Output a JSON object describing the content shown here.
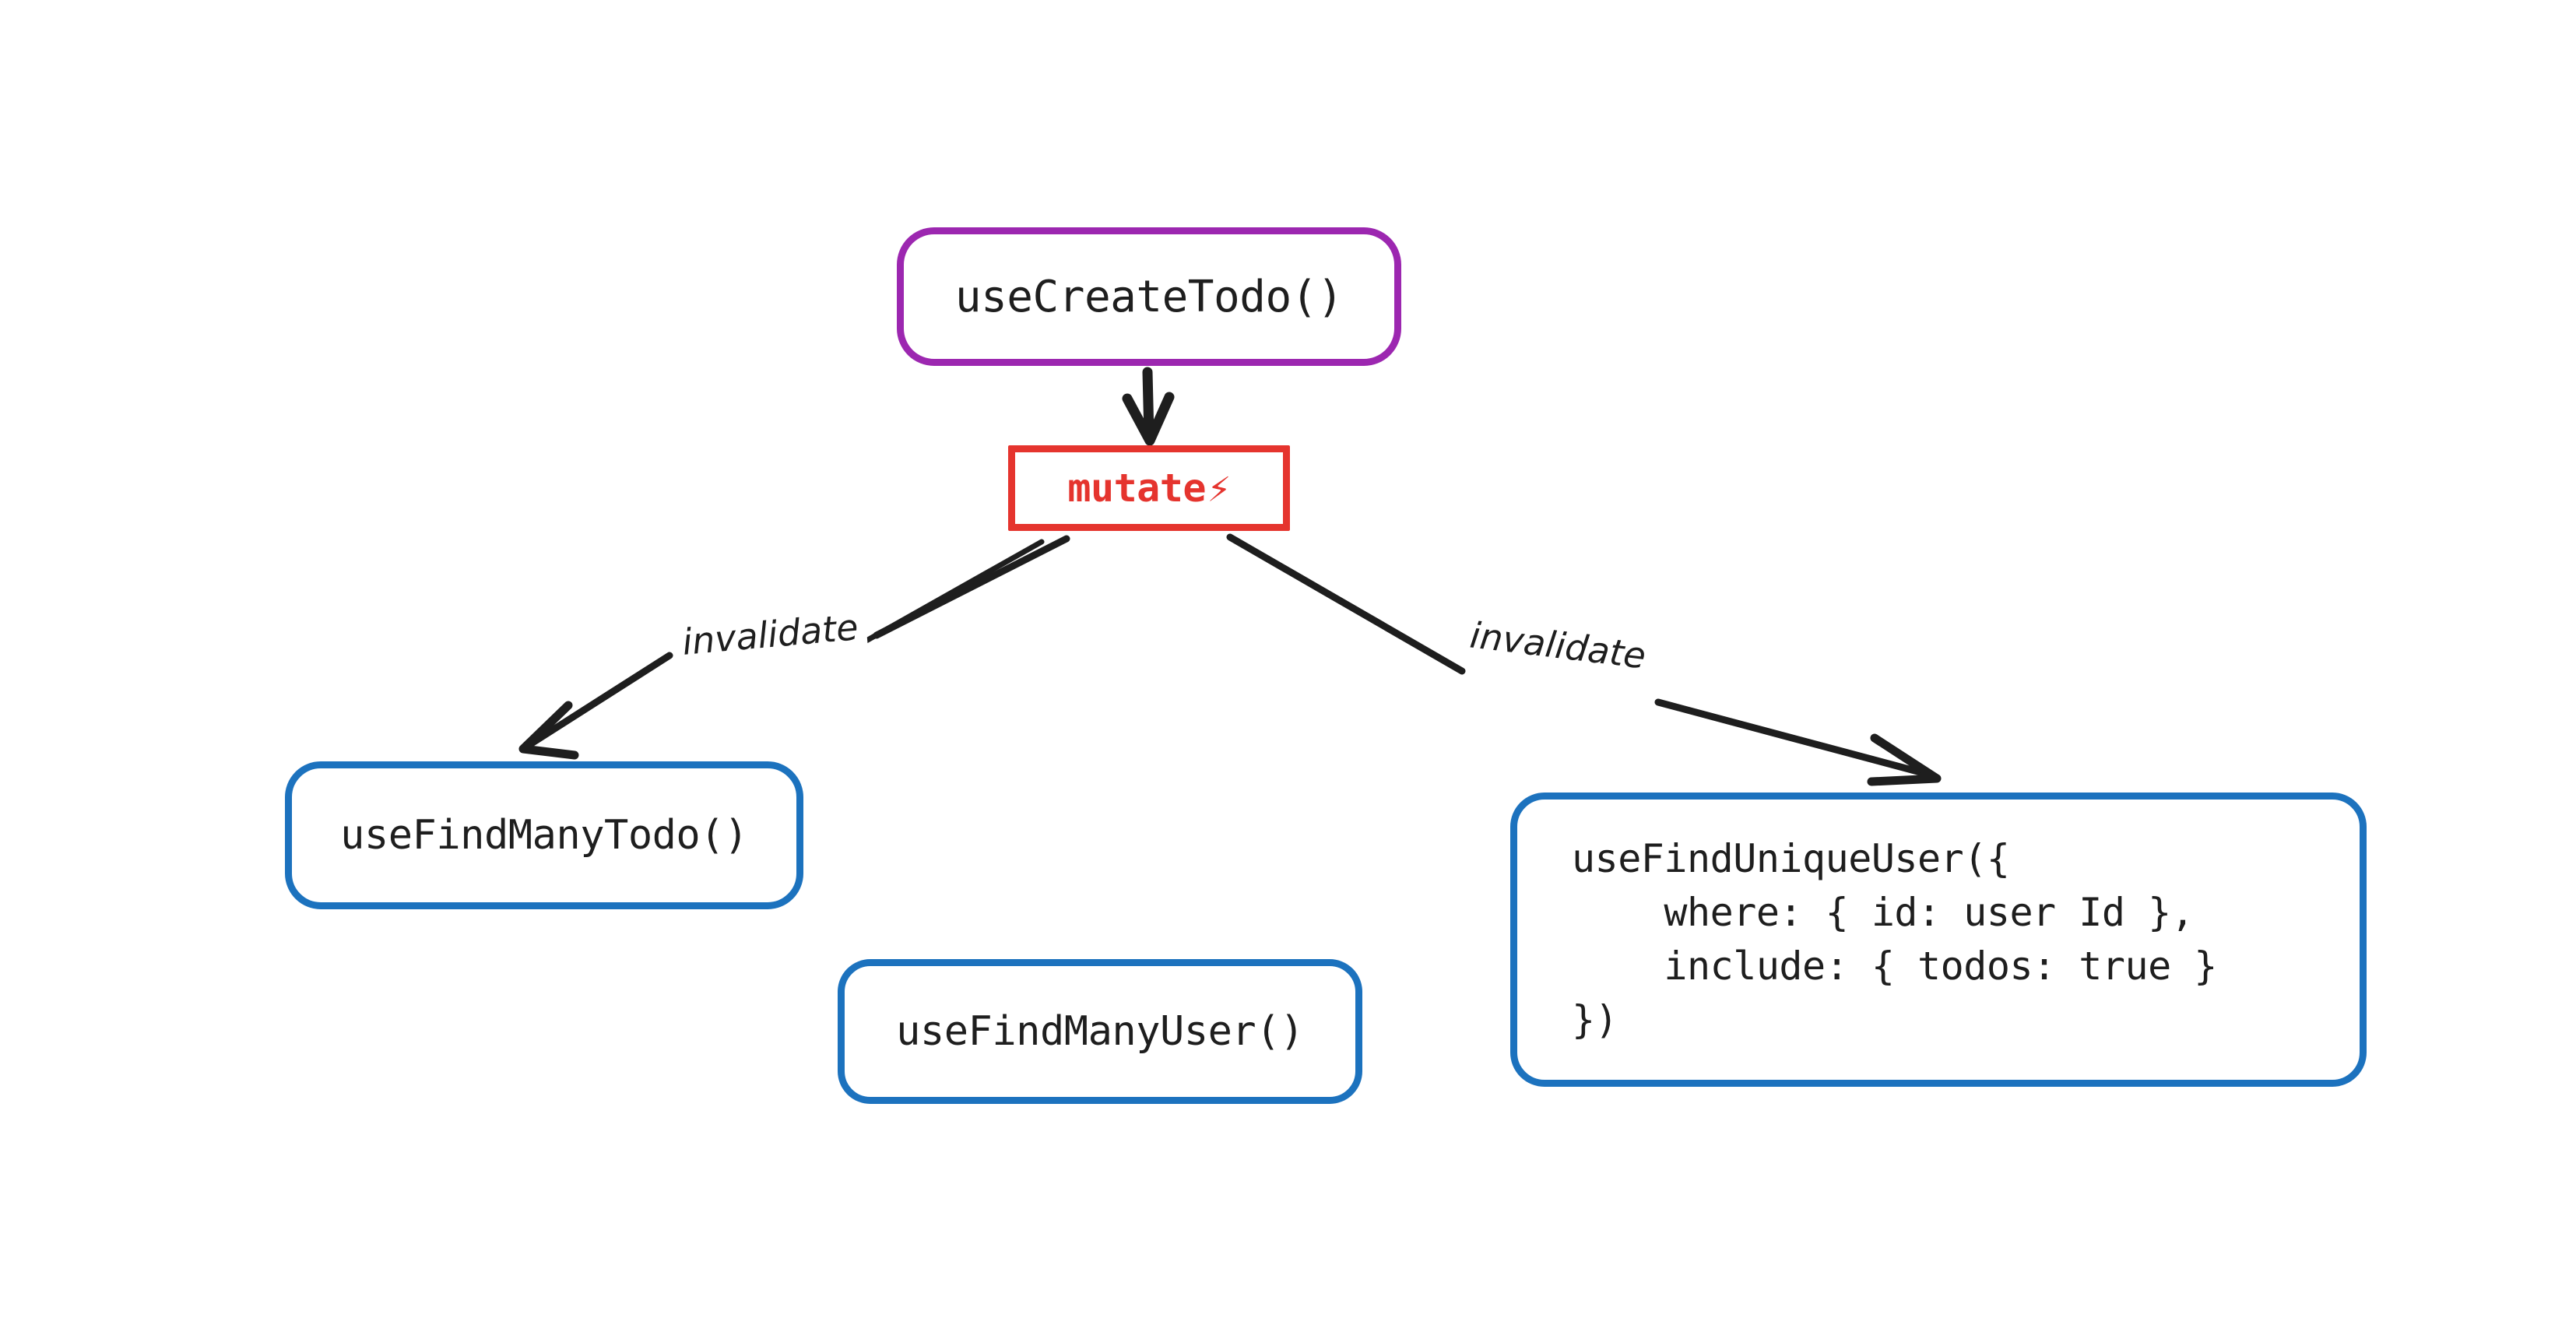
{
  "diagram": {
    "title": "useCreateTodo mutation invalidation flow",
    "background": "#ffffff",
    "colors": {
      "purple": "#9C27B0",
      "red": "#E5342E",
      "blue": "#1C72BE",
      "ink": "#1e1e1e",
      "bolt_yellow": "#F5C518"
    },
    "nodes": {
      "create_todo": {
        "label": "useCreateTodo()",
        "border_color": "#9C27B0",
        "shape": "rounded-rect"
      },
      "mutate": {
        "label": "mutate",
        "icon": "lightning-bolt-icon",
        "icon_glyph": "⚡",
        "border_color": "#E5342E",
        "text_color": "#E5342E",
        "shape": "rect"
      },
      "find_many_todo": {
        "label": "useFindManyTodo()",
        "border_color": "#1C72BE",
        "shape": "rounded-rect"
      },
      "find_many_user": {
        "label": "useFindManyUser()",
        "border_color": "#1C72BE",
        "shape": "rounded-rect"
      },
      "find_unique_user": {
        "label": "useFindUniqueUser({\n    where: { id: user Id },\n    include: { todos: true }\n})",
        "border_color": "#1C72BE",
        "shape": "rounded-rect"
      }
    },
    "edges": [
      {
        "id": "create-to-mutate",
        "from": "create_todo",
        "to": "mutate",
        "label": "",
        "arrowhead": "v-arrow"
      },
      {
        "id": "mutate-to-find-many-todo",
        "from": "mutate",
        "to": "find_many_todo",
        "label": "invalidate",
        "arrowhead": "v-arrow"
      },
      {
        "id": "mutate-to-find-unique-user",
        "from": "mutate",
        "to": "find_unique_user",
        "label": "invalidate",
        "arrowhead": "v-arrow"
      }
    ]
  }
}
